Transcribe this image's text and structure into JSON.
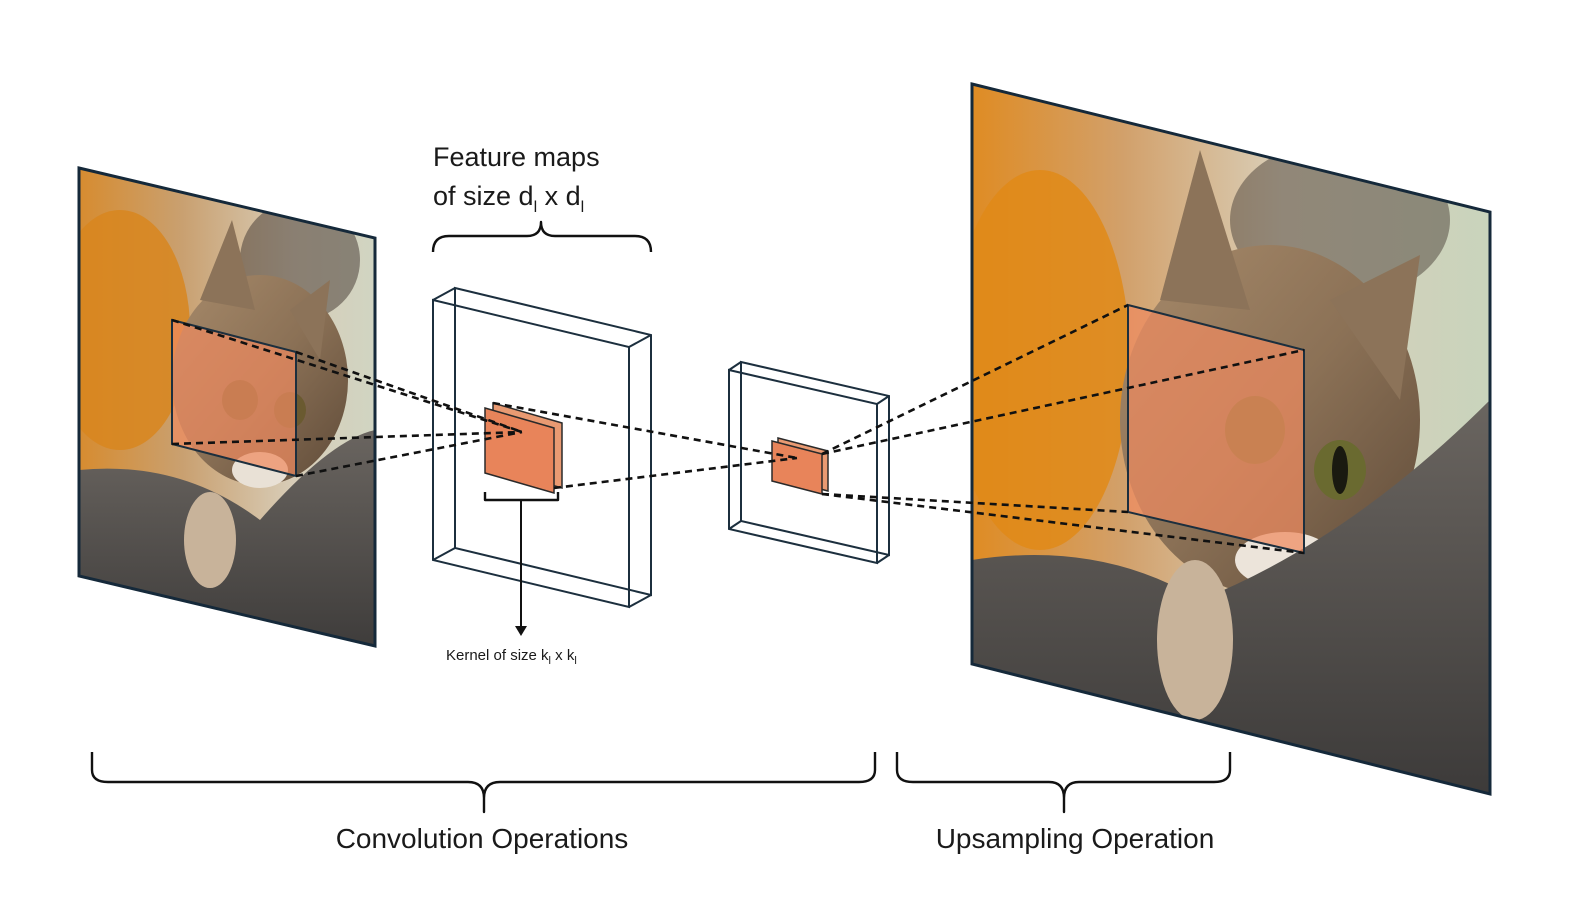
{
  "labels": {
    "feature_maps_line1": "Feature maps",
    "feature_maps_line2_prefix": "of size d",
    "feature_maps_sub1": "l",
    "feature_maps_line2_mid": " x d",
    "feature_maps_sub2": "l",
    "kernel_prefix": "Kernel of size k",
    "kernel_sub1": "l",
    "kernel_mid": " x k",
    "kernel_sub2": "l",
    "convolution": "Convolution Operations",
    "upsampling": "Upsampling Operation"
  },
  "colors": {
    "kernel_fill": "#e8845a",
    "frame_stroke": "#1c2f3e",
    "line": "#111111"
  }
}
